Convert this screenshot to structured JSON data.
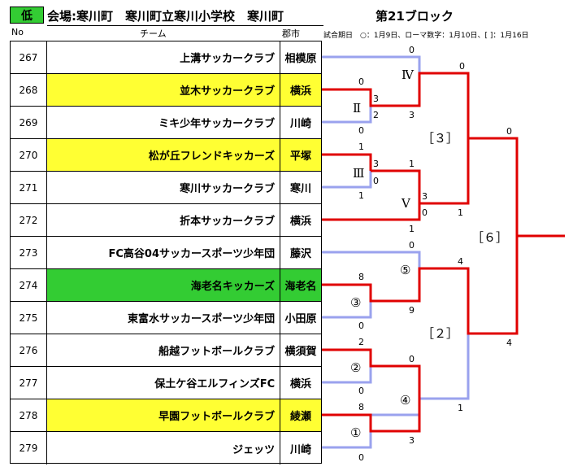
{
  "header": {
    "badge": "低",
    "venue": "会場:寒川町　寒川町立寒川小学校　寒川町",
    "block": "第21ブロック",
    "col_no": "No",
    "col_team": "チーム",
    "col_city": "郡市",
    "legend": "試合期日　○：1月9日、ローマ数字：1月10日、[ ]：1月16日"
  },
  "colors": {
    "yellow": "#ffff33",
    "green": "#33cc33",
    "winner_line": "#e00000",
    "loser_line": "#9aa2ee"
  },
  "teams": [
    {
      "no": "267",
      "name": "上溝サッカークラブ",
      "city": "相模原",
      "color": "none"
    },
    {
      "no": "268",
      "name": "並木サッカークラブ",
      "city": "横浜",
      "color": "yellow"
    },
    {
      "no": "269",
      "name": "ミキ少年サッカークラブ",
      "city": "川崎",
      "color": "none"
    },
    {
      "no": "270",
      "name": "松が丘フレンドキッカーズ",
      "city": "平塚",
      "color": "yellow"
    },
    {
      "no": "271",
      "name": "寒川サッカークラブ",
      "city": "寒川",
      "color": "none"
    },
    {
      "no": "272",
      "name": "折本サッカークラブ",
      "city": "横浜",
      "color": "none"
    },
    {
      "no": "273",
      "name": "FC高谷04サッカースポーツ少年団",
      "city": "藤沢",
      "color": "none"
    },
    {
      "no": "274",
      "name": "海老名キッカーズ",
      "city": "海老名",
      "color": "green"
    },
    {
      "no": "275",
      "name": "東富水サッカースポーツ少年団",
      "city": "小田原",
      "color": "none"
    },
    {
      "no": "276",
      "name": "船越フットボールクラブ",
      "city": "横須賀",
      "color": "none"
    },
    {
      "no": "277",
      "name": "保土ケ谷エルフィンズFC",
      "city": "横浜",
      "color": "none"
    },
    {
      "no": "278",
      "name": "早園フットボールクラブ",
      "city": "綾瀬",
      "color": "yellow"
    },
    {
      "no": "279",
      "name": "ジェッツ",
      "city": "川崎",
      "color": "none"
    }
  ],
  "bracket": {
    "labels": {
      "IV": "Ⅳ",
      "II": "Ⅱ",
      "III": "Ⅲ",
      "V": "Ⅴ",
      "r3": "［３］",
      "r6": "［６］",
      "r2": "［２］",
      "c5": "⑤",
      "c3": "③",
      "c2": "②",
      "c4": "④",
      "c1": "①"
    },
    "scores": {
      "s1": "0",
      "s2": "0",
      "s3": "0",
      "s4": "3",
      "s5": "2",
      "s6": "3",
      "s7": "0",
      "s8": "1",
      "s9": "3",
      "s10": "1",
      "s11": "0",
      "s12": "3",
      "s13": "0",
      "s14": "1",
      "s15": "1",
      "s16": "0",
      "s17": "4",
      "s18": "8",
      "s19": "9",
      "s20": "0",
      "s21": "2",
      "s22": "0",
      "s23": "0",
      "s24": "8",
      "s25": "1",
      "s26": "3",
      "s27": "0",
      "s28": "4"
    }
  }
}
